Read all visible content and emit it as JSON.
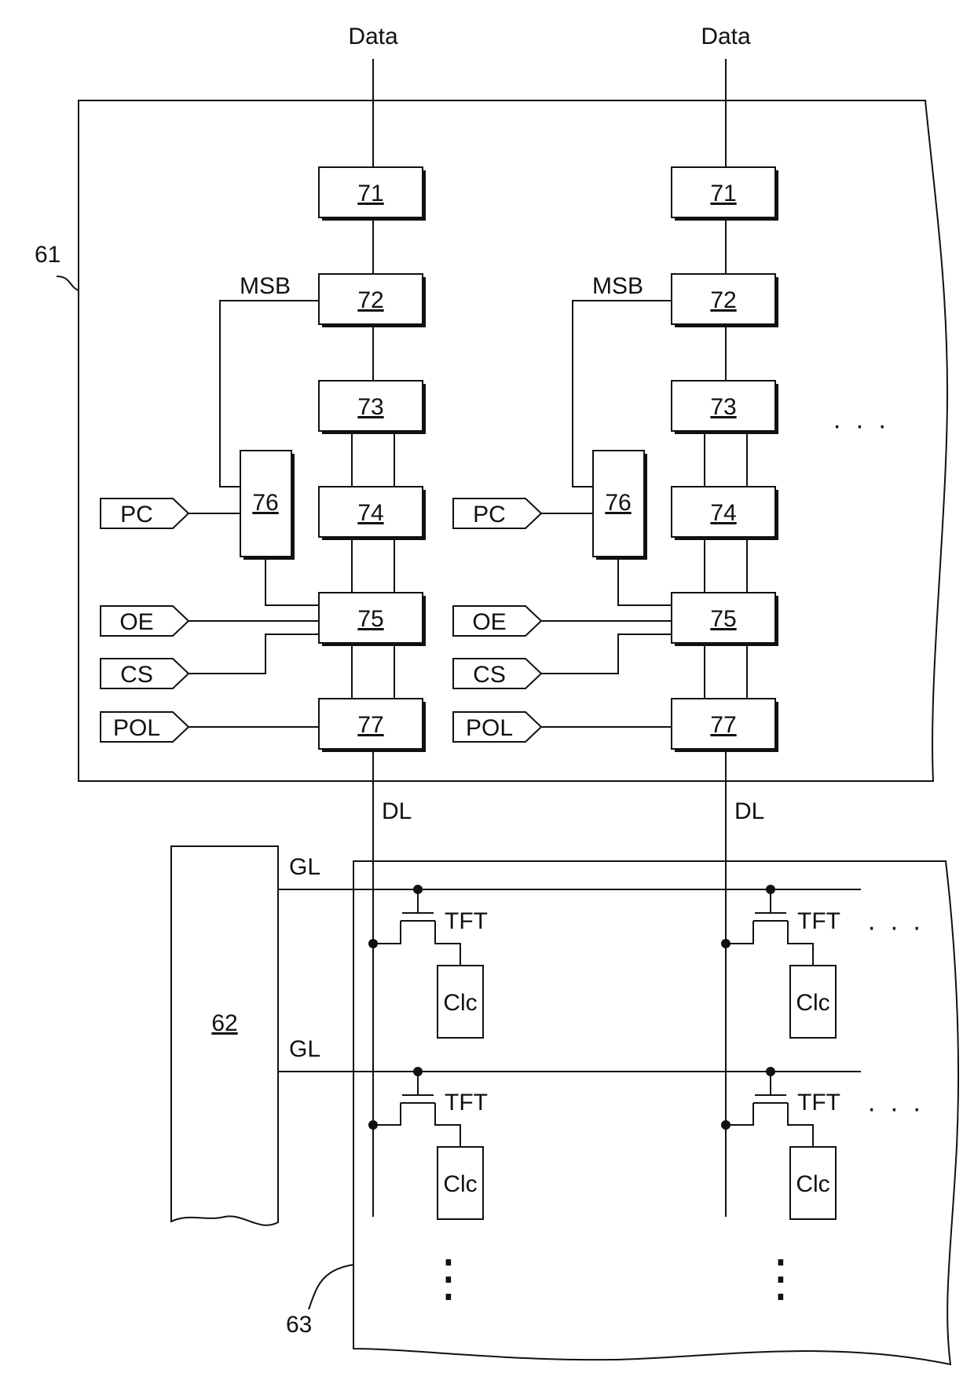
{
  "signals": {
    "data": "Data",
    "msb": "MSB",
    "dl": "DL",
    "gl": "GL",
    "pc": "PC",
    "oe": "OE",
    "cs": "CS",
    "pol": "POL",
    "tft": "TFT",
    "clc": "Clc",
    "ellipsis_h": "· · ·",
    "ellipsis_v": "⋮"
  },
  "refs": {
    "driver": "61",
    "gate_driver": "62",
    "panel": "63",
    "b71": "71",
    "b72": "72",
    "b73": "73",
    "b74": "74",
    "b75": "75",
    "b76": "76",
    "b77": "77"
  }
}
